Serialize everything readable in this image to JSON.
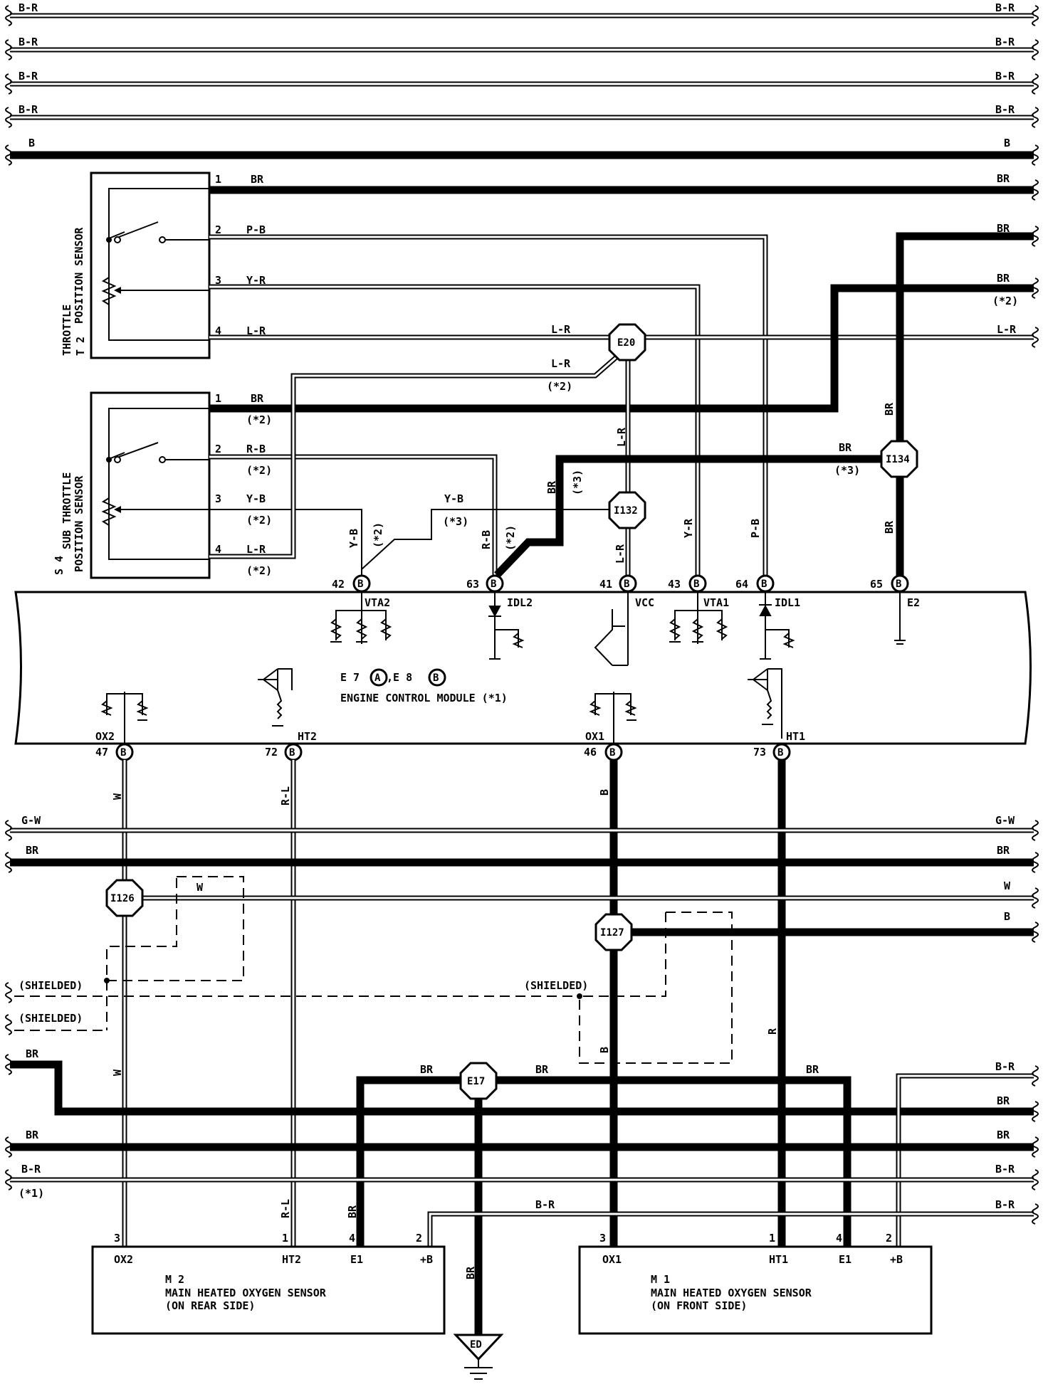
{
  "bus_wires": [
    {
      "left": "B-R",
      "right": "B-R"
    },
    {
      "left": "B-R",
      "right": "B-R"
    },
    {
      "left": "B-R",
      "right": "B-R"
    },
    {
      "left": "B-R",
      "right": "B-R"
    },
    {
      "left": "B",
      "right": "B"
    }
  ],
  "t2": {
    "id": "T 2",
    "name": "THROTTLE",
    "name2": "POSITION SENSOR",
    "pins": [
      {
        "num": "1",
        "color": "BR"
      },
      {
        "num": "2",
        "color": "P-B"
      },
      {
        "num": "3",
        "color": "Y-R"
      },
      {
        "num": "4",
        "color": "L-R"
      }
    ]
  },
  "s4": {
    "id": "S 4",
    "name": "SUB THROTTLE",
    "name2": "POSITION SENSOR",
    "pins": [
      {
        "num": "1",
        "color": "BR",
        "note": "(*2)"
      },
      {
        "num": "2",
        "color": "R-B",
        "note": "(*2)"
      },
      {
        "num": "3",
        "color": "Y-B",
        "note": "(*2)"
      },
      {
        "num": "4",
        "color": "L-R",
        "note": "(*2)"
      }
    ]
  },
  "junctions": {
    "e20": "E20",
    "i132": "I132",
    "i134": "I134",
    "i126": "I126",
    "i127": "I127",
    "e17": "E17",
    "ed": "ED"
  },
  "upper_labels": {
    "br_right1": "BR",
    "br_right2": "BR",
    "br_right3": "BR",
    "star2_right": "(*2)",
    "lr_right": "L-R",
    "lr_mid": "L-R",
    "lr_mid2": "L-R",
    "star2_mid": "(*2)",
    "lr_vert": "L-R",
    "br_i134_h": "BR",
    "star3_i134": "(*3)",
    "br_vert_i134": "BR",
    "br_vert_i134b": "BR",
    "br_vert_63": "BR",
    "star3_63": "(*3)",
    "yb_mid": "Y-B",
    "star3_yb": "(*3)",
    "yb_42": "Y-B",
    "star2_42": "(*2)",
    "rb_63": "R-B",
    "star2_63": "(*2)",
    "lr_41": "L-R",
    "yr_43": "Y-R",
    "pb_64": "P-B"
  },
  "ecm_top_terms": [
    {
      "num": "42",
      "conn": "B",
      "sig": "VTA2"
    },
    {
      "num": "63",
      "conn": "B",
      "sig": "IDL2"
    },
    {
      "num": "41",
      "conn": "B",
      "sig": "VCC"
    },
    {
      "num": "43",
      "conn": "B",
      "sig": "VTA1"
    },
    {
      "num": "64",
      "conn": "B",
      "sig": "IDL1"
    },
    {
      "num": "65",
      "conn": "B",
      "sig": "E2"
    }
  ],
  "ecm_bottom_terms": [
    {
      "num": "47",
      "conn": "B",
      "sig": "OX2"
    },
    {
      "num": "72",
      "conn": "B",
      "sig": "HT2"
    },
    {
      "num": "46",
      "conn": "B",
      "sig": "OX1"
    },
    {
      "num": "73",
      "conn": "B",
      "sig": "HT1"
    }
  ],
  "ecm": {
    "e7": "E 7",
    "a": "A",
    "sep": ",E 8",
    "b": "B",
    "name": "ENGINE CONTROL MODULE (*1)"
  },
  "lower_labels": {
    "w_47": "W",
    "rl_72": "R-L",
    "b_46": "B",
    "gw_left": "G-W",
    "gw_right": "G-W",
    "br_left": "BR",
    "br_right": "BR",
    "w_box": "W",
    "w_right": "W",
    "b_right": "B",
    "shielded1": "(SHIELDED)",
    "shielded2": "(SHIELDED)",
    "shielded3": "(SHIELDED)",
    "b_vert": "B",
    "r_vert": "R",
    "w_vert2": "W",
    "br_left2": "BR",
    "br_e17_l": "BR",
    "br_e17_r": "BR",
    "br_e17_rr": "BR",
    "br_right4": "B-R",
    "br_right5": "BR",
    "br_left6": "BR",
    "br_right6": "BR",
    "br_left7": "B-R",
    "br_right7": "B-R",
    "star1": "(*1)",
    "br_mid8": "B-R",
    "br_right8": "B-R",
    "rl_m2": "R-L",
    "br_m2": "BR",
    "br_ed": "BR"
  },
  "m2": {
    "id": "M 2",
    "name": "MAIN HEATED OXYGEN SENSOR",
    "side": "(ON REAR SIDE)",
    "pins": [
      {
        "num": "3",
        "sig": "OX2"
      },
      {
        "num": "1",
        "sig": "HT2"
      },
      {
        "num": "4",
        "sig": "E1"
      },
      {
        "num": "2",
        "sig": "+B"
      }
    ]
  },
  "m1": {
    "id": "M 1",
    "name": "MAIN HEATED OXYGEN SENSOR",
    "side": "(ON FRONT SIDE)",
    "pins": [
      {
        "num": "3",
        "sig": "OX1"
      },
      {
        "num": "1",
        "sig": "HT1"
      },
      {
        "num": "4",
        "sig": "E1"
      },
      {
        "num": "2",
        "sig": "+B"
      }
    ]
  }
}
